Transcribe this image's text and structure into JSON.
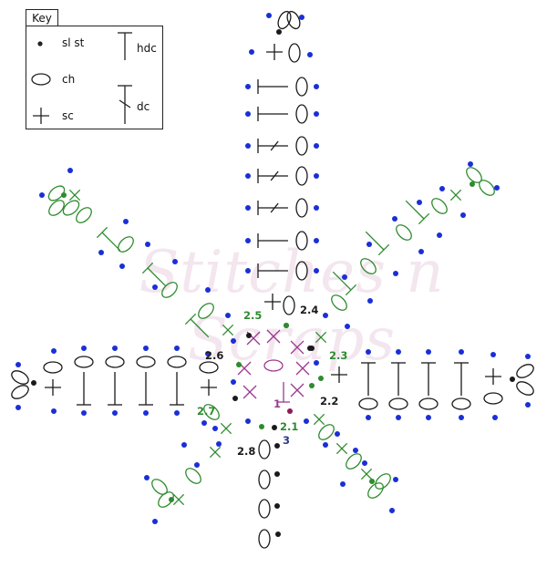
{
  "key": {
    "title": "Key",
    "items": [
      {
        "symbol": "sl-st-dot",
        "label": "sl st"
      },
      {
        "symbol": "ch-oval",
        "label": "ch"
      },
      {
        "symbol": "sc-cross",
        "label": "sc"
      },
      {
        "symbol": "hdc-tee",
        "label": "hdc"
      },
      {
        "symbol": "dc-tee-slash",
        "label": "dc"
      }
    ]
  },
  "watermark": "Stitches n Scraps",
  "round_labels": [
    "1",
    "2.1",
    "2.2",
    "2.3",
    "2.4",
    "2.5",
    "2.6",
    "2.7",
    "2.8",
    "3"
  ],
  "colors": {
    "round1": "#9b3b8e",
    "round2_green": "#2e8b2e",
    "round2_black": "#1a1a1a",
    "round3_navy": "#2c3a8c",
    "markers_blue": "#1a2fd6",
    "marker_green": "#1e8c1e",
    "marker_black": "#111111",
    "slst_purple": "#8b1a5e"
  }
}
